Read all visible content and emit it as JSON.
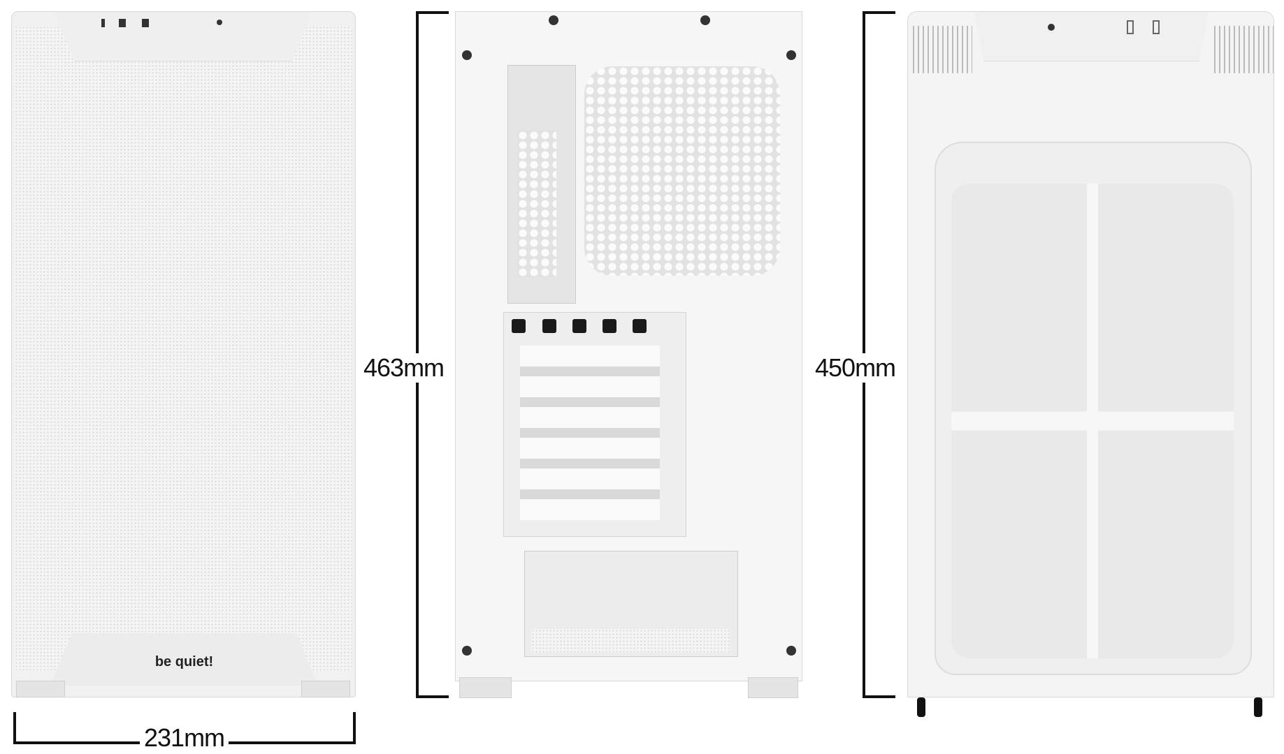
{
  "dimensions": {
    "width": "231mm",
    "depth": "463mm",
    "height": "450mm"
  },
  "front_view": {
    "brand_logo": "be quiet!"
  },
  "colors": {
    "case": "#f1f1f1",
    "dimension_line": "#111111"
  }
}
